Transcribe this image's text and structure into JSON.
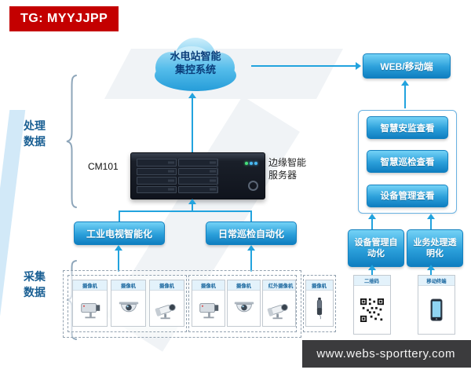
{
  "banner": {
    "label": "TG: MYYJJPP"
  },
  "cloud": {
    "label": "水电站智能集控系统"
  },
  "web_button": {
    "label": "WEB/移动端"
  },
  "left_groups": {
    "processing": "处理数据",
    "collecting": "采集数据"
  },
  "server": {
    "model": "CM101",
    "label": "边缘智能服务器"
  },
  "view_panel": {
    "items": [
      {
        "label": "智慧安监查看"
      },
      {
        "label": "智慧巡检查看"
      },
      {
        "label": "设备管理查看"
      }
    ]
  },
  "feature_buttons": [
    {
      "label": "工业电视智能化"
    },
    {
      "label": "日常巡检自动化"
    }
  ],
  "automation_buttons": [
    {
      "label": "设备管理自动化"
    },
    {
      "label": "业务处理透明化"
    }
  ],
  "devices": {
    "items": [
      {
        "label": "摄像机"
      },
      {
        "label": "摄像机"
      },
      {
        "label": "摄像机"
      },
      {
        "label": "摄像机"
      },
      {
        "label": "摄像机"
      },
      {
        "label": "红外摄像机"
      },
      {
        "label": "摄像机"
      }
    ]
  },
  "qr_box": {
    "label": "二维码"
  },
  "phone_box": {
    "label": "移动终端"
  },
  "footer": {
    "label": "www.webs-sporttery.com"
  },
  "colors": {
    "accent_blue": "#22a3de",
    "banner_red": "#c40000",
    "footer_bg": "#3b3b3d",
    "button_blue": "#1481c0"
  }
}
